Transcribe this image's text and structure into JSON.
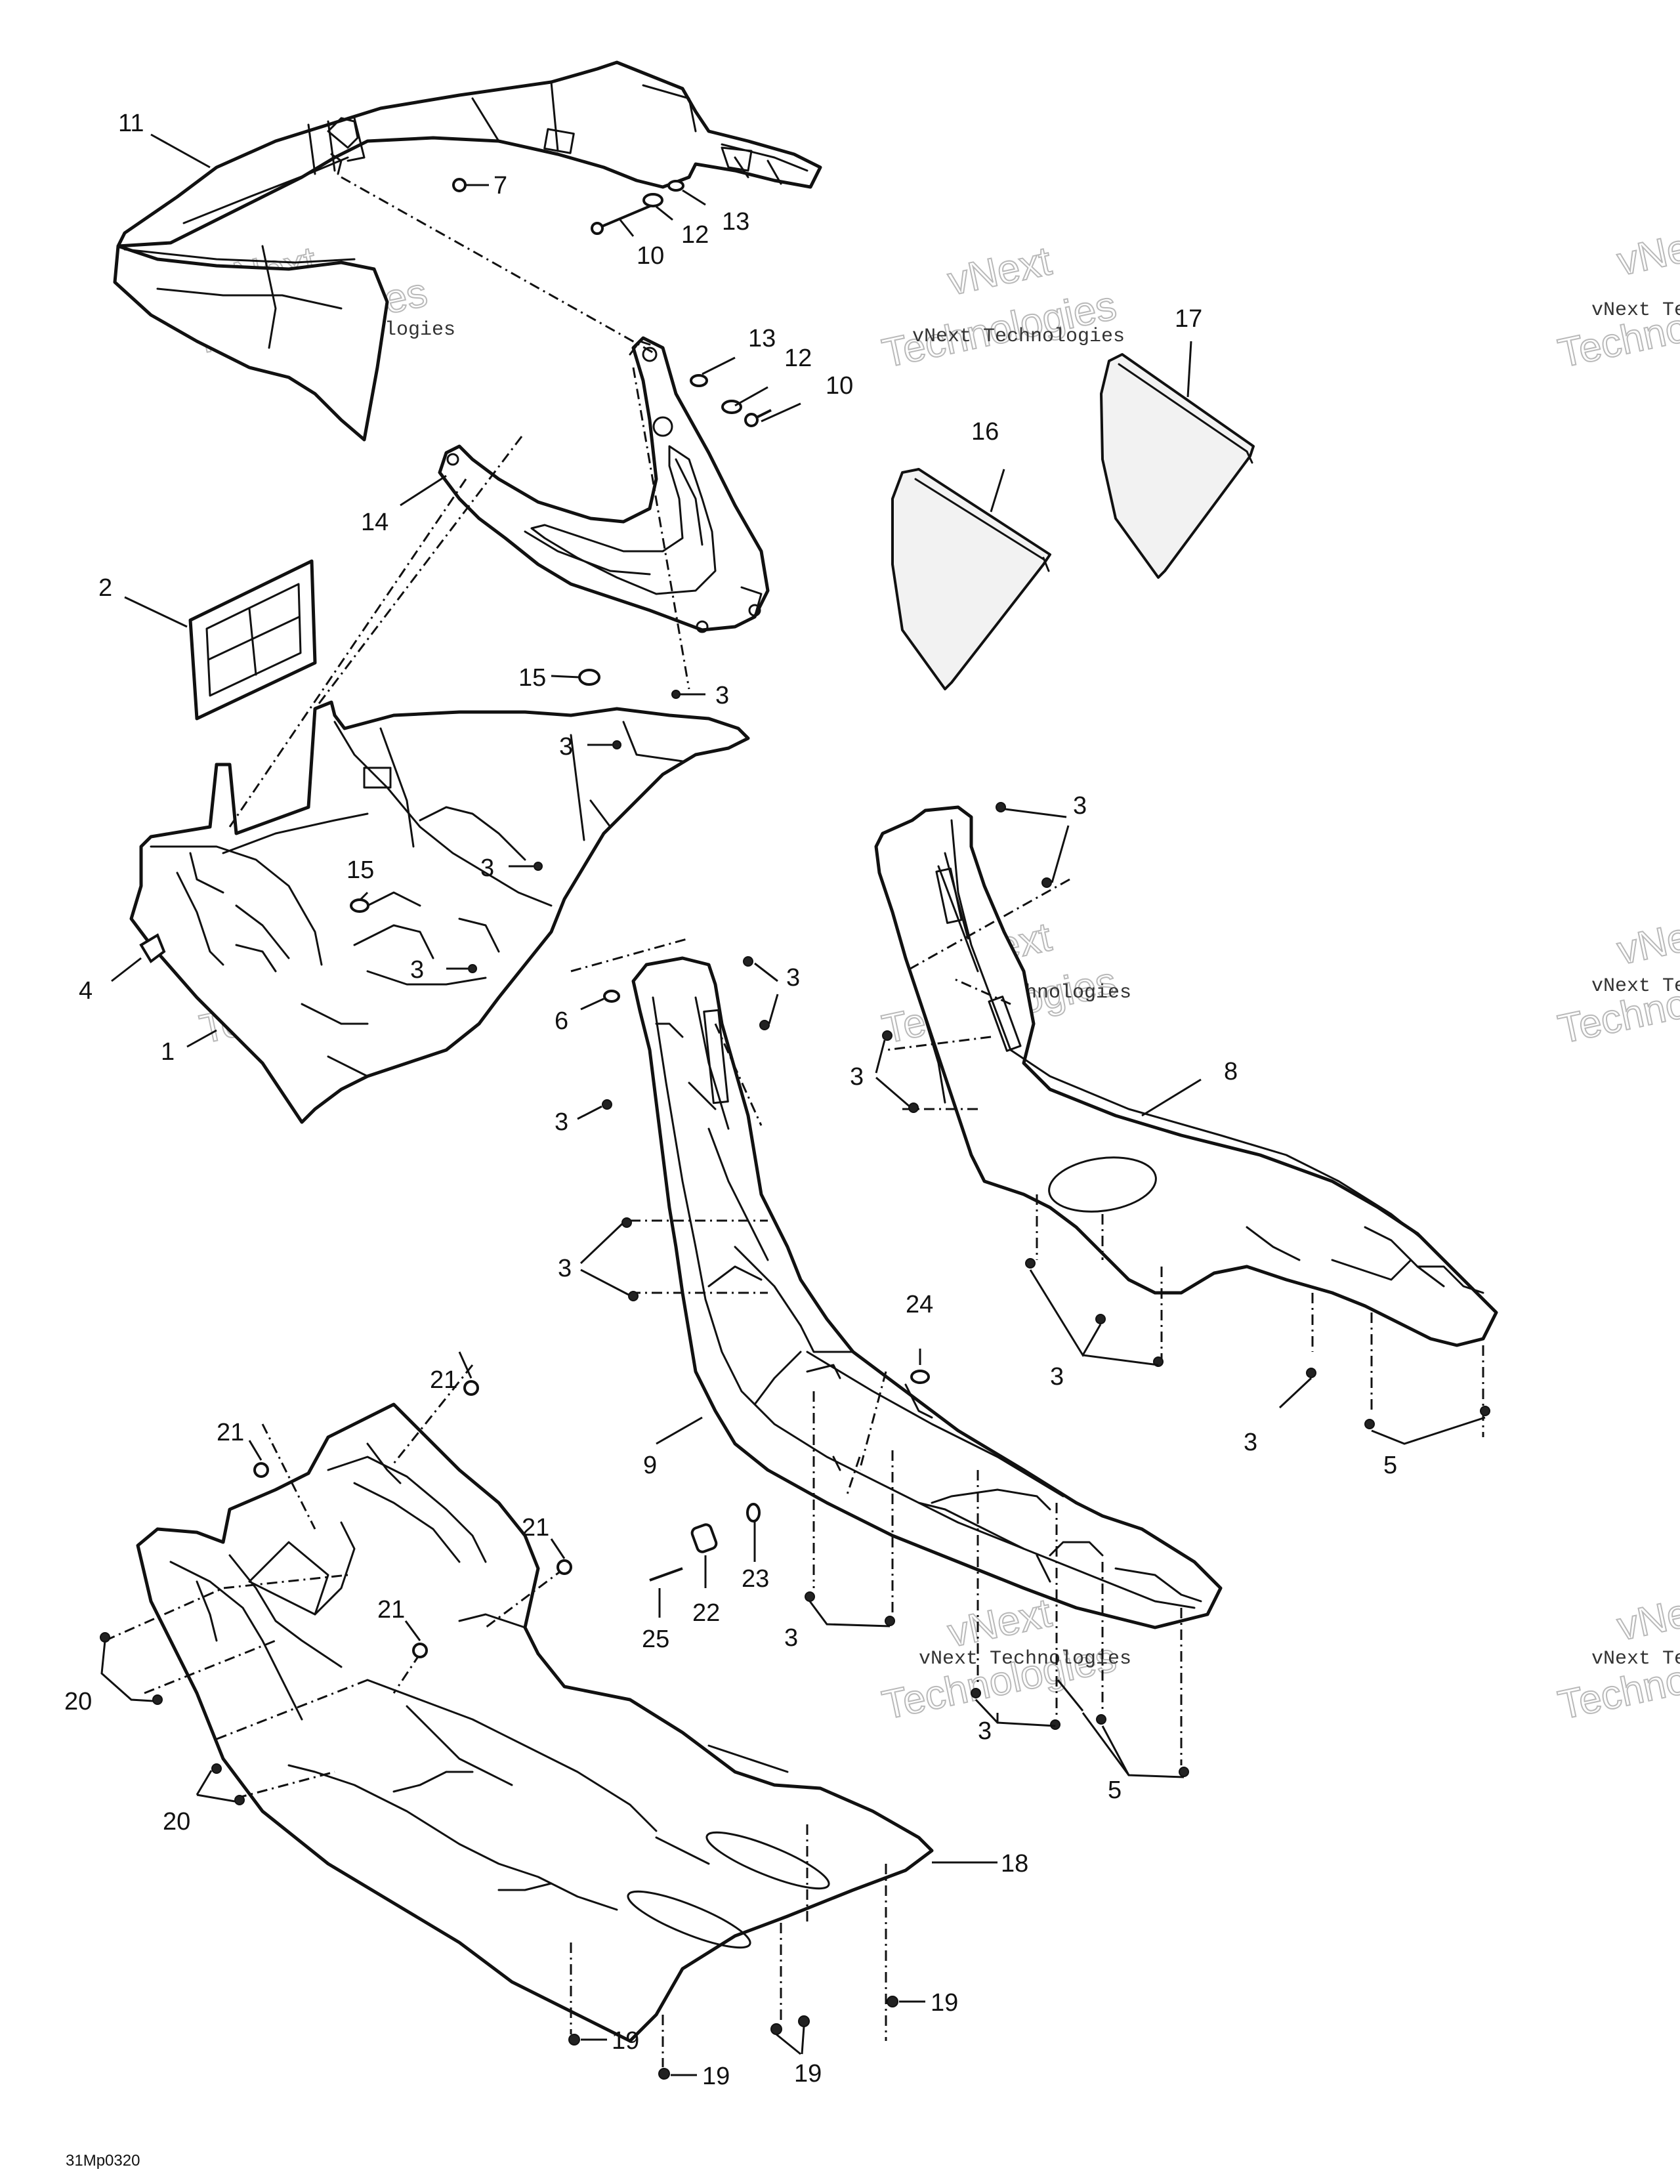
{
  "diagram_code": "31Mp0320",
  "watermark": {
    "line1": "vNext Technologies",
    "line2": "vNext",
    "line3": "Technologies"
  },
  "callouts": {
    "c1": "1",
    "c2": "2",
    "c3": "3",
    "c4": "4",
    "c5": "5",
    "c6": "6",
    "c7": "7",
    "c8": "8",
    "c9": "9",
    "c10": "10",
    "c11": "11",
    "c12": "12",
    "c13": "13",
    "c14": "14",
    "c15": "15",
    "c16": "16",
    "c17": "17",
    "c18": "18",
    "c19": "19",
    "c20": "20",
    "c21": "21",
    "c22": "22",
    "c23": "23",
    "c24": "24",
    "c25": "25"
  },
  "icons": {
    "fastener": "screw-icon",
    "nut": "nut-icon",
    "washer": "washer-icon"
  }
}
